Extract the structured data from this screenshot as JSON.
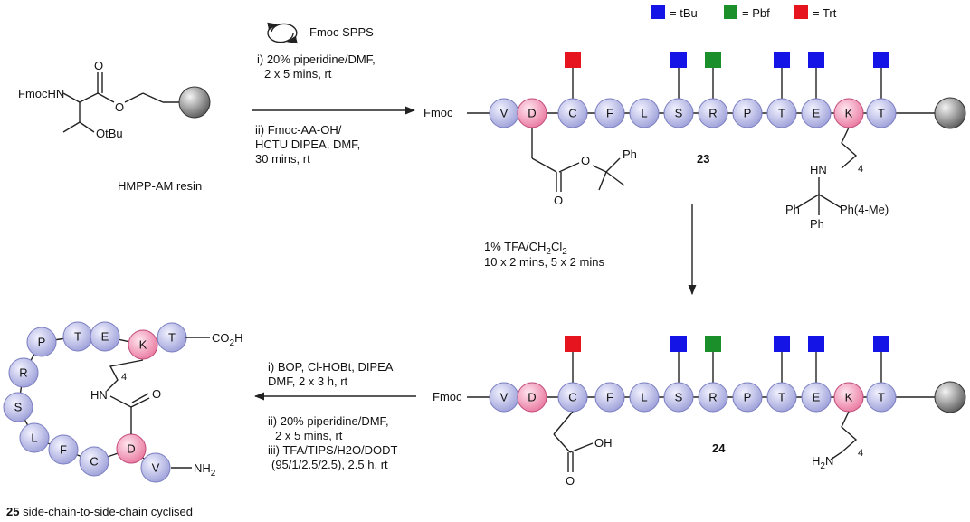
{
  "colors": {
    "bead_normal": "#b3b6e6",
    "bead_highlight": "#ef8fb4",
    "tbu": "#1414e6",
    "pbf": "#1a8f2a",
    "trt": "#e6141e",
    "resin": "#777777"
  },
  "legend": [
    {
      "key": "tbu",
      "label": "= tBu"
    },
    {
      "key": "pbf",
      "label": "= Pbf"
    },
    {
      "key": "trt",
      "label": "= Trt"
    }
  ],
  "start": {
    "fmochn": "FmocHN",
    "otbu": "OtBu",
    "o_carbonyl": "O",
    "o_ester": "O",
    "resin_label": "HMPP-AM resin"
  },
  "step1": {
    "title": "Fmoc SPPS",
    "lines": [
      "i) 20% piperidine/DMF,",
      "2 x 5 mins, rt",
      "ii) Fmoc-AA-OH/",
      "HCTU DIPEA, DMF,",
      "30 mins, rt"
    ]
  },
  "step2": {
    "line1": "1% TFA/CH",
    "line1_sub": "2",
    "line1_b": "Cl",
    "line1_sub2": "2",
    "line2": "10 x 2 mins, 5 x 2 mins"
  },
  "step3": {
    "lines": [
      "i) BOP, Cl-HOBt, DIPEA",
      "DMF, 2 x 3 h, rt",
      "ii) 20% piperidine/DMF,",
      "2 x 5 mins, rt",
      "iii) TFA/TIPS/H2O/DODT",
      "(95/1/2.5/2.5), 2.5 h, rt"
    ]
  },
  "peptide": {
    "residues": [
      "V",
      "D",
      "C",
      "F",
      "L",
      "S",
      "R",
      "P",
      "T",
      "E",
      "K",
      "T"
    ],
    "highlight": [
      1,
      10
    ],
    "protecting": [
      null,
      null,
      "trt",
      null,
      null,
      "tbu",
      "pbf",
      null,
      "tbu",
      "tbu",
      null,
      "tbu"
    ],
    "n_term": "Fmoc"
  },
  "c23": {
    "label": "23",
    "o1": "O",
    "o2": "O",
    "ph1": "Ph",
    "hn": "HN",
    "sub4": "4",
    "ph2": "Ph",
    "ph3": "Ph",
    "ph4": "Ph(4-Me)"
  },
  "c24": {
    "label": "24",
    "oh": "OH",
    "o": "O",
    "h2n": "H",
    "h2n_sub": "2",
    "h2n_n": "N",
    "sub4": "4"
  },
  "c25": {
    "ring": [
      "V",
      "D",
      "C",
      "F",
      "L",
      "S",
      "R",
      "P",
      "T",
      "E",
      "K",
      "T"
    ],
    "co2h": "CO",
    "co2h_sub": "2",
    "co2h_h": "H",
    "nh2": "NH",
    "nh2_sub": "2",
    "hn": "HN",
    "o": "O",
    "sub4": "4",
    "caption_num": "25",
    "caption_text": " side-chain-to-side-chain cyclised"
  }
}
